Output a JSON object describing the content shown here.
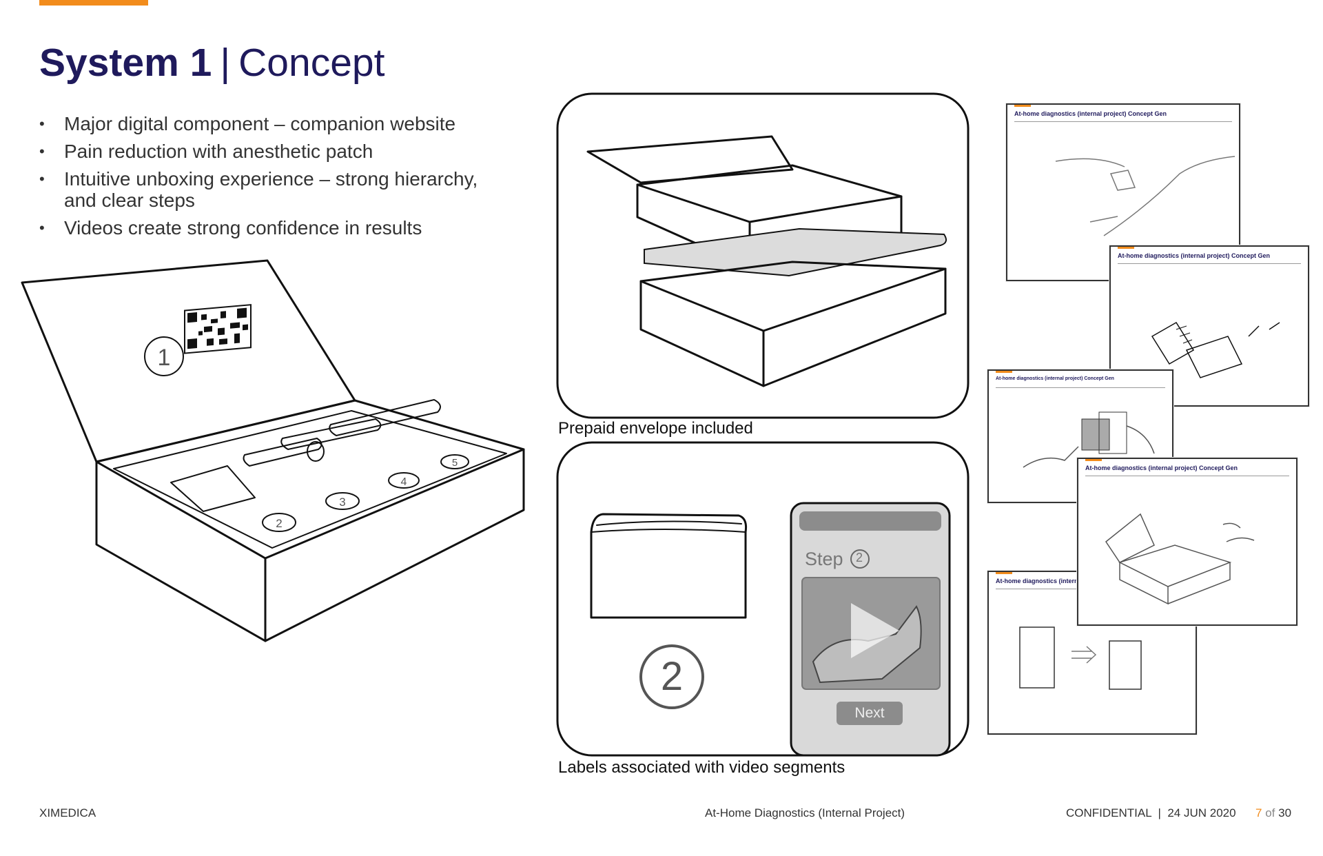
{
  "header": {
    "title_bold": "System 1",
    "title_sep": "|",
    "title_rest": "Concept"
  },
  "bullets": [
    "Major digital component – companion website",
    "Pain reduction with anesthetic patch",
    "Intuitive unboxing experience – strong hierarchy, and clear steps",
    "Videos create strong confidence in results"
  ],
  "captions": {
    "envelope": "Prepaid envelope included",
    "labels": "Labels associated with video segments"
  },
  "phone": {
    "step_label": "Step",
    "step_number": "2",
    "next_button": "Next"
  },
  "envelope_label_number": "2",
  "kit_numbers": [
    "1",
    "2",
    "3",
    "4",
    "5"
  ],
  "sheets": {
    "header": "At-home diagnostics (internal project) Concept Gen",
    "header_short": "At-home diagnostics (internal"
  },
  "footer": {
    "company": "XIMEDICA",
    "project": "At-Home Diagnostics (Internal Project)",
    "confidential": "CONFIDENTIAL  |  24 JUN 2020",
    "page_current": "7",
    "page_of": "of",
    "page_total": "30"
  },
  "colors": {
    "accent": "#f28c1c",
    "title": "#1f1a5c"
  }
}
